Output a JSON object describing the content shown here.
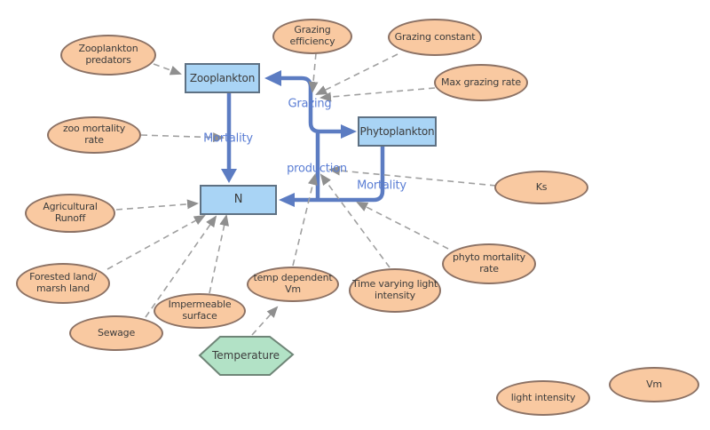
{
  "stocks": {
    "zooplankton": "Zooplankton",
    "phytoplankton": "Phytoplankton",
    "nitrogen": "N"
  },
  "flow_labels": {
    "zoo_mortality": "Mortality",
    "grazing": "Grazing",
    "production": "production",
    "phyto_mortality": "Mortality"
  },
  "converters": {
    "zooplankton_predators": "Zooplankton\npredators",
    "grazing_efficiency": "Grazing\nefficiency",
    "grazing_constant": "Grazing constant",
    "max_grazing_rate": "Max grazing rate",
    "zoo_mortality_rate": "zoo mortality\nrate",
    "ks": "Ks",
    "agricultural_runoff": "Agricultural\nRunoff",
    "forested_land": "Forested land/\nmarsh land",
    "sewage": "Sewage",
    "impermeable_surface": "Impermeable\nsurface",
    "temp_dependent_vm": "temp dependent\nVm",
    "time_varying_light_intensity": "Time varying light\nintensity",
    "phyto_mortality_rate": "phyto mortality\nrate",
    "light_intensity": "light intensity",
    "vm": "Vm"
  },
  "decision_node": {
    "temperature": "Temperature"
  },
  "colors": {
    "background": "#FFFFFF",
    "converter_fill": "#F9C9A1",
    "converter_stroke": "#8C7265",
    "stock_fill": "#A9D4F5",
    "stock_stroke": "#5E7183",
    "hexagon_fill": "#B2E2C6",
    "hexagon_stroke": "#6F8577",
    "flow_pipe": "#5C7CC2",
    "flow_label_text": "#5B7ED4",
    "influence_line": "#A0A0A0",
    "influence_arrow": "#8F8F8F",
    "node_text": "#3C3C3C"
  }
}
